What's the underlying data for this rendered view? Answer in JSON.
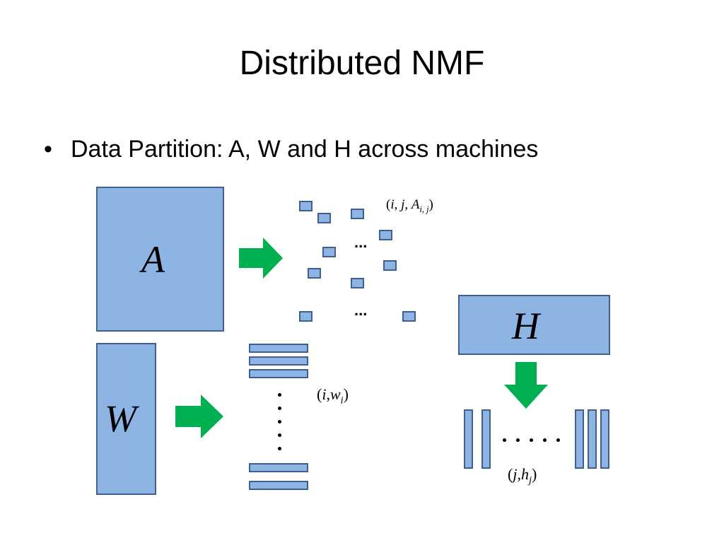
{
  "slide": {
    "title": "Distributed NMF",
    "bullet_symbol": "•",
    "bullet_text": "Data Partition: A, W and H across machines"
  },
  "diagram": {
    "matrix_a_label": "A",
    "matrix_w_label": "W",
    "matrix_h_label": "H",
    "a_entry_label": {
      "open": "(",
      "i": "i",
      "sep1": ", ",
      "j": "j",
      "sep2": ", ",
      "A": "A",
      "sub": "i, j",
      "close": ")"
    },
    "w_row_label": {
      "open": "(",
      "i": "i",
      "sep": ",",
      "w": "w",
      "sub": "i",
      "close": ")"
    },
    "h_col_label": {
      "open": "(",
      "j": "j",
      "sep": ",",
      "h": "h",
      "sub": "j",
      "close": ")"
    },
    "ellipsis_top": "...",
    "ellipsis_bottom": "...",
    "colors": {
      "block_fill": "#8eb4e3",
      "block_border": "#3f5f8f",
      "arrow_green": "#00b050"
    }
  }
}
